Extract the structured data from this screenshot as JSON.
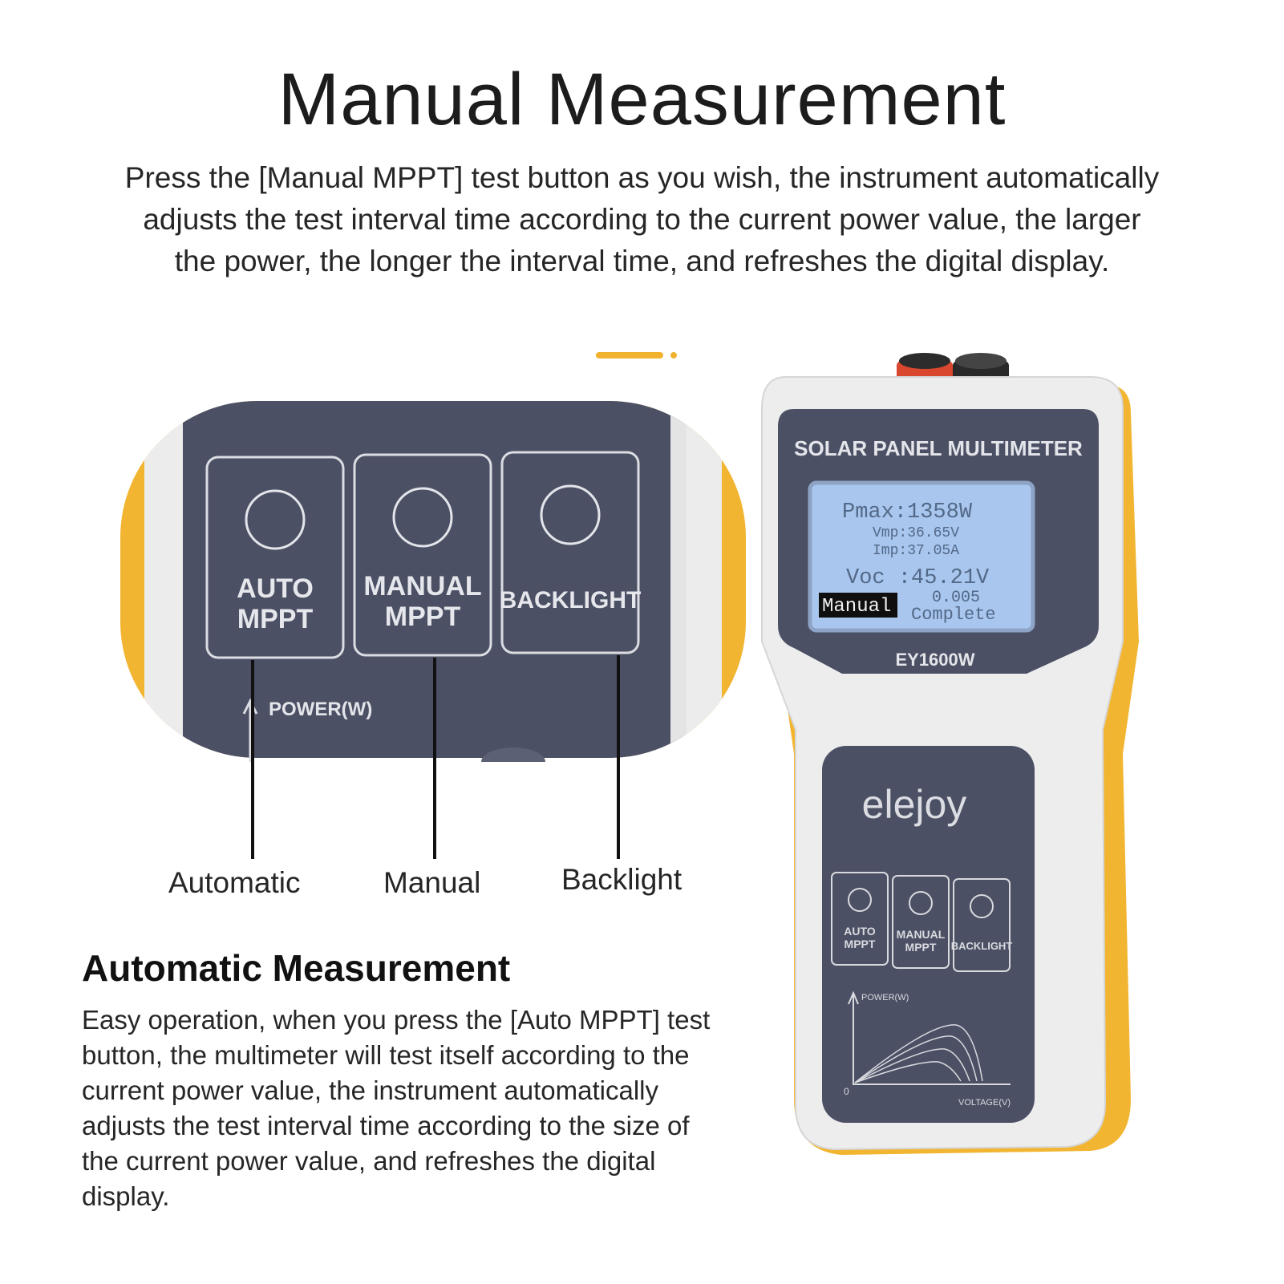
{
  "header": {
    "title": "Manual Measurement",
    "description": "Press the [Manual MPPT] test button as you wish, the instrument automatically adjusts the test interval time according to the current power value, the larger the power, the longer the interval time, and refreshes the digital display."
  },
  "closeup": {
    "buttons": [
      {
        "line1": "AUTO",
        "line2": "MPPT"
      },
      {
        "line1": "MANUAL",
        "line2": "MPPT"
      },
      {
        "line1": "BACKLIGHT",
        "line2": ""
      }
    ],
    "axis_label": "POWER(W)"
  },
  "callouts": [
    "Automatic",
    "Manual",
    "Backlight"
  ],
  "auto_section": {
    "heading": "Automatic Measurement",
    "text": "Easy operation, when you press the [Auto MPPT] test button, the multimeter will test itself according to the current power value, the instrument automatically adjusts the test interval time according to the size of the current power value, and refreshes the digital display."
  },
  "device": {
    "panel_title": "SOLAR PANEL MULTIMETER",
    "model": "EY1600W",
    "brand": "elejoy",
    "display": {
      "pmax": "Pmax:1358W",
      "vmp": "Vmp:36.65V",
      "imp": "Imp:37.05A",
      "voc": "Voc :45.21V",
      "mode": "Manual",
      "interval": "0.005",
      "status": "Complete"
    },
    "buttons": [
      {
        "line1": "AUTO",
        "line2": "MPPT"
      },
      {
        "line1": "MANUAL",
        "line2": "MPPT"
      },
      {
        "line1": "BACKLIGHT",
        "line2": ""
      }
    ],
    "graph": {
      "y_label": "POWER(W)",
      "x_label": "VOLTAGE(V)",
      "origin": "0"
    }
  },
  "colors": {
    "accent": "#f0b22f",
    "panel": "#4b5064",
    "body_yellow": "#f2b531",
    "lcd": "#a9c6ef"
  }
}
